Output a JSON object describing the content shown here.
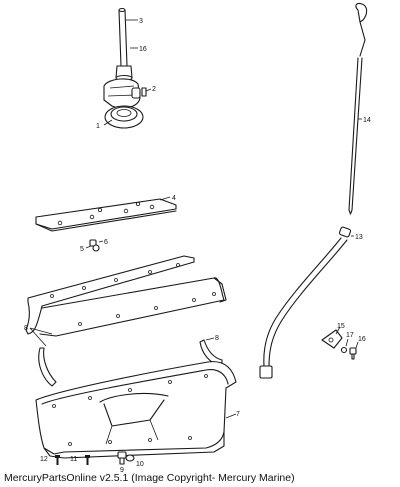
{
  "caption": "MercuryPartsOnline v2.5.1 (Image Copyright- Mercury Marine)",
  "callouts": {
    "c1": "1",
    "c2": "2",
    "c3": "3",
    "c4": "4",
    "c5": "5",
    "c6": "6",
    "c7": "7",
    "c8a": "8",
    "c8b": "8",
    "c9": "9",
    "c10": "10",
    "c11": "11",
    "c12": "12",
    "c13": "13",
    "c14": "14",
    "c15": "15",
    "c16a": "16",
    "c16b": "16",
    "c17": "17"
  }
}
